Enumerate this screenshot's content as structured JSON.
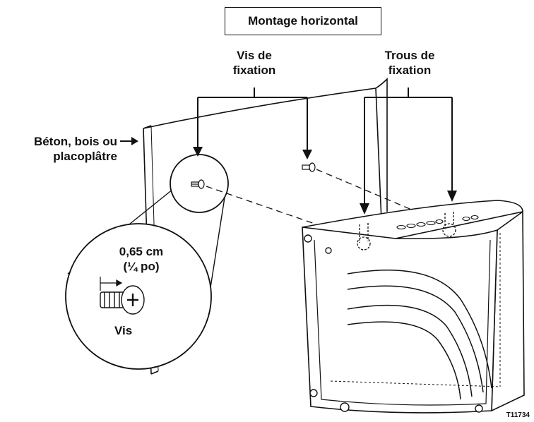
{
  "title": "Montage horizontal",
  "labels": {
    "screws_line1": "Vis de",
    "screws_line2": "fixation",
    "holes_line1": "Trous de",
    "holes_line2": "fixation",
    "wall_line1": "Béton, bois ou",
    "wall_line2": "placoplâtre",
    "size_line1": "0,65 cm",
    "size_line2": "(¼ po)",
    "screw": "Vis"
  },
  "figure_code": "T11734"
}
